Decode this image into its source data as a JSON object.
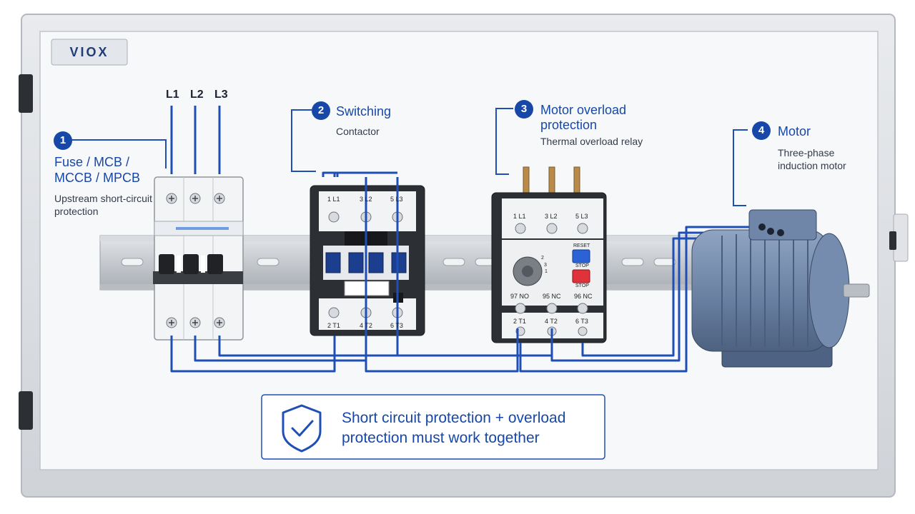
{
  "brand": "VIOX",
  "supply_lines": [
    "L1",
    "L2",
    "L3"
  ],
  "steps": [
    {
      "number": "1",
      "title_lines": [
        "Fuse / MCB /",
        "MCCB / MPCB"
      ],
      "desc_lines": [
        "Upstream short-circuit",
        "protection"
      ]
    },
    {
      "number": "2",
      "title_lines": [
        "Switching"
      ],
      "desc_lines": [
        "Contactor"
      ]
    },
    {
      "number": "3",
      "title_lines": [
        "Motor overload",
        "protection"
      ],
      "desc_lines": [
        "Thermal overload relay"
      ]
    },
    {
      "number": "4",
      "title_lines": [
        "Motor"
      ],
      "desc_lines": [
        "Three-phase",
        "induction motor"
      ]
    }
  ],
  "contactor": {
    "top_terminals": [
      "1 L1",
      "3 L2",
      "5 L3"
    ],
    "bottom_terminals": [
      "2 T1",
      "4 T2",
      "6 T3"
    ]
  },
  "overload_relay": {
    "top_terminals": [
      "1 L1",
      "3 L2",
      "5 L3"
    ],
    "aux_terminals": [
      "97 NO",
      "95 NC",
      "96 NC"
    ],
    "bottom_terminals": [
      "2 T1",
      "4 T2",
      "6 T3"
    ],
    "reset_label": "RESET",
    "stop_label": "STOP",
    "stop_label_2": "STOP",
    "dial_marks": [
      "2",
      "3",
      "1"
    ]
  },
  "note": "Short circuit protection + overload protection must work together",
  "colors": {
    "accent": "#1748a8",
    "wire": "#1f4fb5",
    "panel": "#f4f5f7",
    "reset_button": "#2b63d6",
    "stop_button": "#e0323a",
    "motor": "#6d84a6"
  }
}
